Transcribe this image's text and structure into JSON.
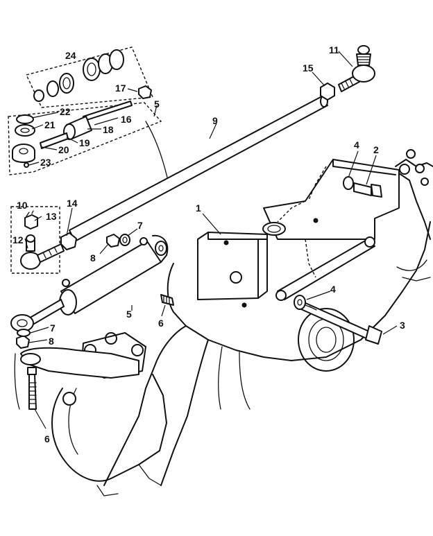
{
  "callouts": {
    "c1": "1",
    "c2": "2",
    "c3": "3",
    "c4a": "4",
    "c4b": "4",
    "c5a": "5",
    "c5b": "5",
    "c6a": "6",
    "c6b": "6",
    "c7a": "7",
    "c7b": "7",
    "c8a": "8",
    "c8b": "8",
    "c9": "9",
    "c10": "10",
    "c11": "11",
    "c12": "12",
    "c13": "13",
    "c14": "14",
    "c15": "15",
    "c16": "16",
    "c17": "17",
    "c18": "18",
    "c19": "19",
    "c20": "20",
    "c21": "21",
    "c22": "22",
    "c23": "23",
    "c24": "24"
  }
}
